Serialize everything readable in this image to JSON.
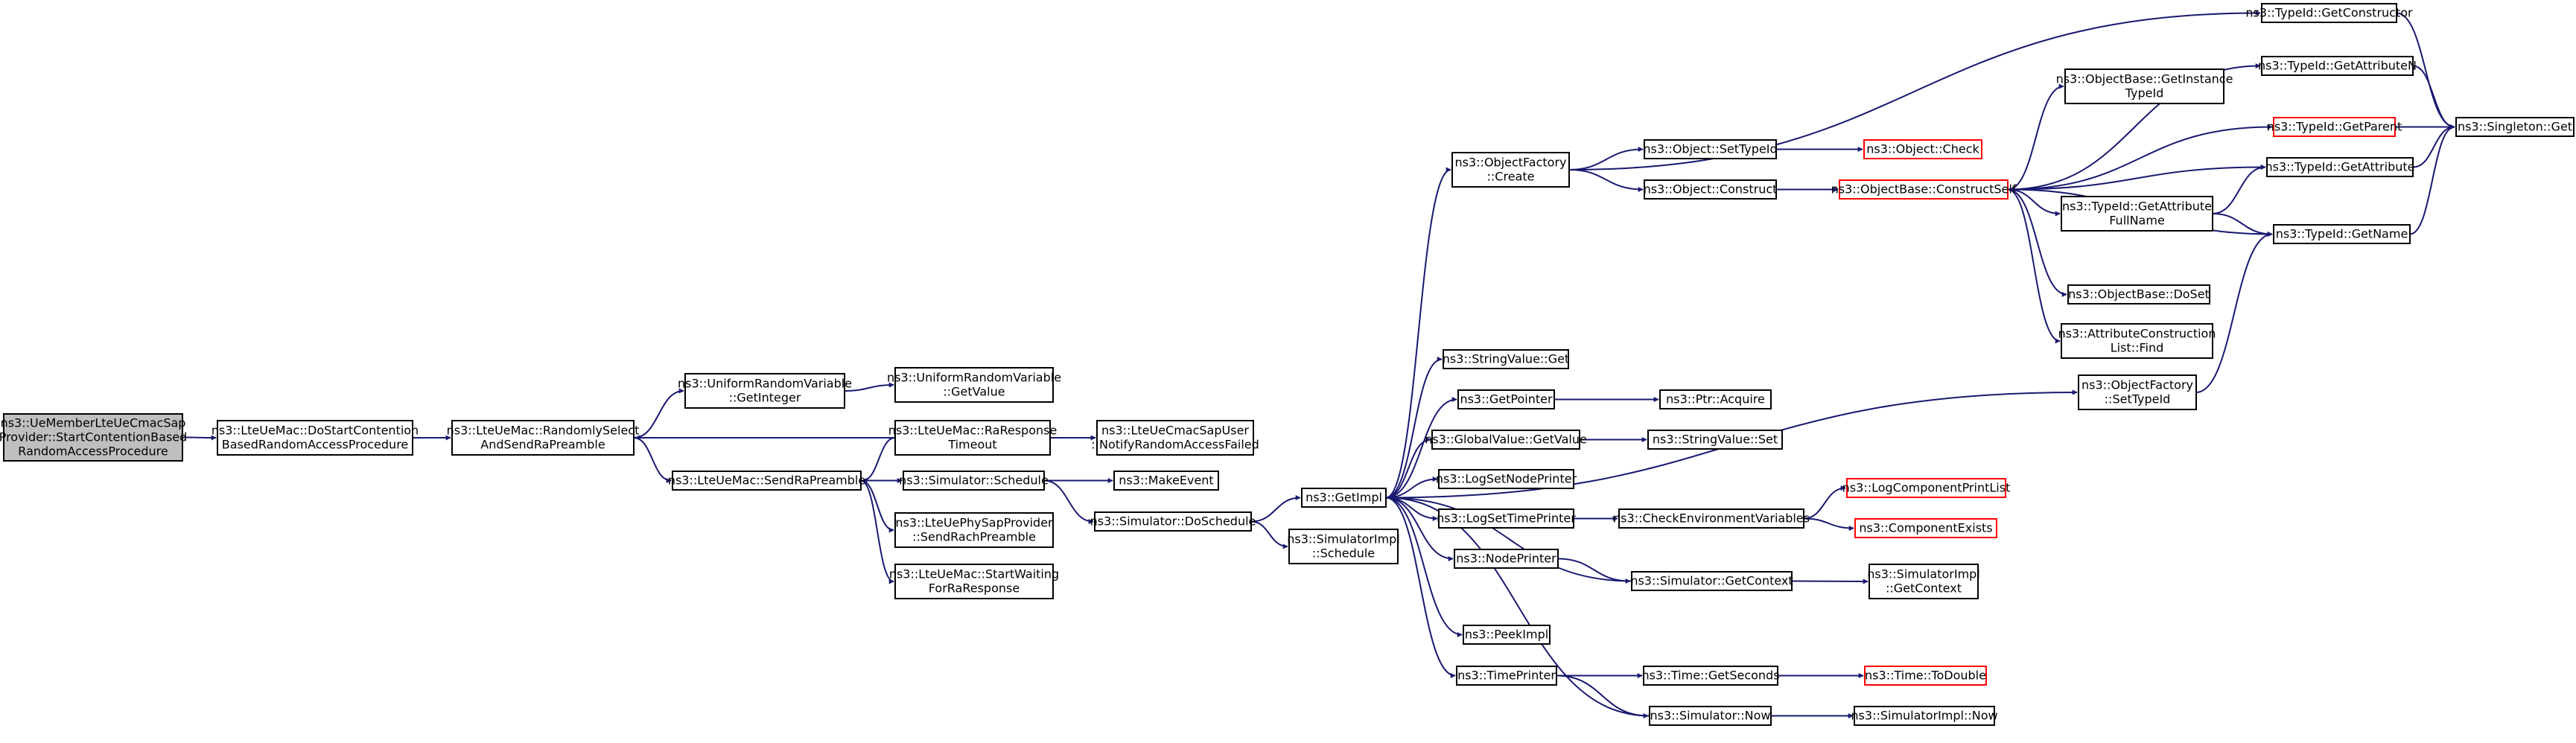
{
  "colors": {
    "edge": "#191970",
    "root_fill": "#bfbfbf",
    "border": "#000000",
    "missing_border": "#ff0000"
  },
  "nodes": [
    {
      "id": "root",
      "lines": [
        "ns3::UeMemberLteUeCmacSap",
        "Provider::StartContentionBased",
        "RandomAccessProcedure"
      ]
    },
    {
      "id": "doStart",
      "lines": [
        "ns3::LteUeMac::DoStartContention",
        "BasedRandomAccessProcedure"
      ]
    },
    {
      "id": "randSel",
      "lines": [
        "ns3::LteUeMac::RandomlySelect",
        "AndSendRaPreamble"
      ]
    },
    {
      "id": "uniInt",
      "lines": [
        "ns3::UniformRandomVariable",
        "::GetInteger"
      ]
    },
    {
      "id": "uniVal",
      "lines": [
        "ns3::UniformRandomVariable",
        "::GetValue"
      ]
    },
    {
      "id": "raResp",
      "lines": [
        "ns3::LteUeMac::RaResponse",
        "Timeout"
      ]
    },
    {
      "id": "notify",
      "lines": [
        "ns3::LteUeCmacSapUser",
        "::NotifyRandomAccessFailed"
      ]
    },
    {
      "id": "sendRa",
      "lines": [
        "ns3::LteUeMac::SendRaPreamble"
      ]
    },
    {
      "id": "simSched",
      "lines": [
        "ns3::Simulator::Schedule"
      ]
    },
    {
      "id": "makeEvt",
      "lines": [
        "ns3::MakeEvent"
      ]
    },
    {
      "id": "sendRach",
      "lines": [
        "ns3::LteUePhySapProvider",
        "::SendRachPreamble"
      ]
    },
    {
      "id": "startWait",
      "lines": [
        "ns3::LteUeMac::StartWaiting",
        "ForRaResponse"
      ]
    },
    {
      "id": "doSched",
      "lines": [
        "ns3::Simulator::DoSchedule"
      ]
    },
    {
      "id": "getImpl",
      "lines": [
        "ns3::GetImpl"
      ]
    },
    {
      "id": "simImplSched",
      "lines": [
        "ns3::SimulatorImpl",
        "::Schedule"
      ]
    },
    {
      "id": "objFactCreate",
      "lines": [
        "ns3::ObjectFactory",
        "::Create"
      ]
    },
    {
      "id": "strValGet",
      "lines": [
        "ns3::StringValue::Get"
      ]
    },
    {
      "id": "getPointer",
      "lines": [
        "ns3::GetPointer"
      ]
    },
    {
      "id": "ptrAcquire",
      "lines": [
        "ns3::Ptr::Acquire"
      ]
    },
    {
      "id": "globalGet",
      "lines": [
        "ns3::GlobalValue::GetValue"
      ]
    },
    {
      "id": "strValSet",
      "lines": [
        "ns3::StringValue::Set"
      ]
    },
    {
      "id": "logNode",
      "lines": [
        "ns3::LogSetNodePrinter"
      ]
    },
    {
      "id": "logTime",
      "lines": [
        "ns3::LogSetTimePrinter"
      ]
    },
    {
      "id": "checkEnv",
      "lines": [
        "ns3::CheckEnvironmentVariables"
      ]
    },
    {
      "id": "logCompList",
      "lines": [
        "ns3::LogComponentPrintList"
      ],
      "missing": true
    },
    {
      "id": "compExists",
      "lines": [
        "ns3::ComponentExists"
      ],
      "missing": true
    },
    {
      "id": "nodePrinter",
      "lines": [
        "ns3::NodePrinter"
      ]
    },
    {
      "id": "simGetCtx",
      "lines": [
        "ns3::Simulator::GetContext"
      ]
    },
    {
      "id": "simImplCtx",
      "lines": [
        "ns3::SimulatorImpl",
        "::GetContext"
      ]
    },
    {
      "id": "peekImpl",
      "lines": [
        "ns3::PeekImpl"
      ]
    },
    {
      "id": "timePrinter",
      "lines": [
        "ns3::TimePrinter"
      ]
    },
    {
      "id": "timeSec",
      "lines": [
        "ns3::Time::GetSeconds"
      ]
    },
    {
      "id": "toDouble",
      "lines": [
        "ns3::Time::ToDouble"
      ],
      "missing": true
    },
    {
      "id": "simNow",
      "lines": [
        "ns3::Simulator::Now"
      ]
    },
    {
      "id": "simImplNow",
      "lines": [
        "ns3::SimulatorImpl::Now"
      ]
    },
    {
      "id": "setTypeId",
      "lines": [
        "ns3::Object::SetTypeId"
      ]
    },
    {
      "id": "objCheck",
      "lines": [
        "ns3::Object::Check"
      ],
      "missing": true
    },
    {
      "id": "objConstruct",
      "lines": [
        "ns3::Object::Construct"
      ]
    },
    {
      "id": "constructSelf",
      "lines": [
        "ns3::ObjectBase::ConstructSelf"
      ],
      "missing": true
    },
    {
      "id": "getInstTid",
      "lines": [
        "ns3::ObjectBase::GetInstance",
        "TypeId"
      ]
    },
    {
      "id": "tidGetCtor",
      "lines": [
        "ns3::TypeId::GetConstructor"
      ]
    },
    {
      "id": "tidGetAttrN",
      "lines": [
        "ns3::TypeId::GetAttributeN"
      ]
    },
    {
      "id": "tidGetParent",
      "lines": [
        "ns3::TypeId::GetParent"
      ],
      "missing": true
    },
    {
      "id": "tidGetAttr",
      "lines": [
        "ns3::TypeId::GetAttribute"
      ]
    },
    {
      "id": "tidAttrFull",
      "lines": [
        "ns3::TypeId::GetAttribute",
        "FullName"
      ]
    },
    {
      "id": "tidGetName",
      "lines": [
        "ns3::TypeId::GetName"
      ]
    },
    {
      "id": "singletonGet",
      "lines": [
        "ns3::Singleton::Get"
      ]
    },
    {
      "id": "doSet",
      "lines": [
        "ns3::ObjectBase::DoSet"
      ]
    },
    {
      "id": "attrFind",
      "lines": [
        "ns3::AttributeConstruction",
        "List::Find"
      ]
    },
    {
      "id": "ofSetTid",
      "lines": [
        "ns3::ObjectFactory",
        "::SetTypeId"
      ]
    }
  ]
}
